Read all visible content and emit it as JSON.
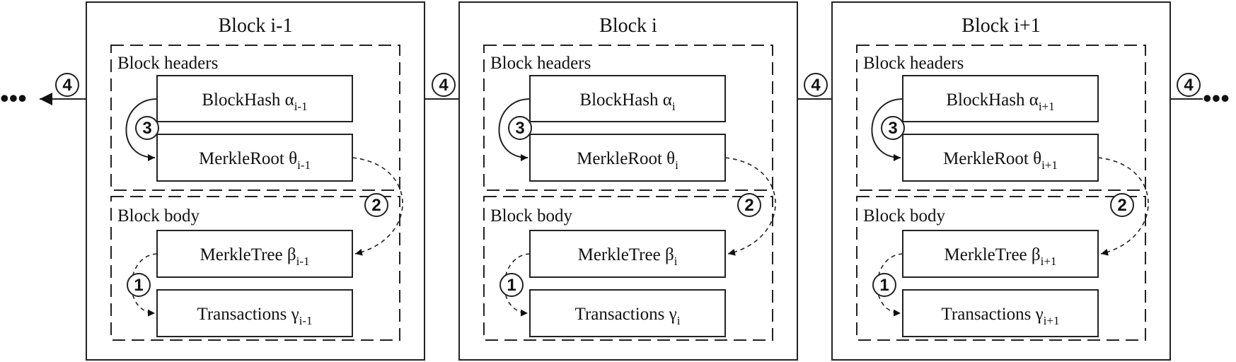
{
  "blocks": [
    {
      "title": "Block i-1",
      "header": {
        "label": "Block headers",
        "hash": {
          "name": "BlockHash α",
          "sub": "i-1"
        },
        "root": {
          "name": "MerkleRoot θ",
          "sub": "i-1"
        }
      },
      "body": {
        "label": "Block body",
        "tree": {
          "name": "MerkleTree β",
          "sub": "i-1"
        },
        "tx": {
          "name": "Transactions γ",
          "sub": "i-1"
        }
      }
    },
    {
      "title": "Block i",
      "header": {
        "label": "Block headers",
        "hash": {
          "name": "BlockHash α",
          "sub": "i"
        },
        "root": {
          "name": "MerkleRoot θ",
          "sub": "i"
        }
      },
      "body": {
        "label": "Block body",
        "tree": {
          "name": "MerkleTree β",
          "sub": "i"
        },
        "tx": {
          "name": "Transactions γ",
          "sub": "i"
        }
      }
    },
    {
      "title": "Block i+1",
      "header": {
        "label": "Block headers",
        "hash": {
          "name": "BlockHash α",
          "sub": "i+1"
        },
        "root": {
          "name": "MerkleRoot θ",
          "sub": "i+1"
        }
      },
      "body": {
        "label": "Block body",
        "tree": {
          "name": "MerkleTree β",
          "sub": "i+1"
        },
        "tx": {
          "name": "Transactions γ",
          "sub": "i+1"
        }
      }
    }
  ],
  "step_markers": {
    "one": "1",
    "two": "2",
    "three": "3",
    "four": "4"
  },
  "ellipsis": "•••"
}
